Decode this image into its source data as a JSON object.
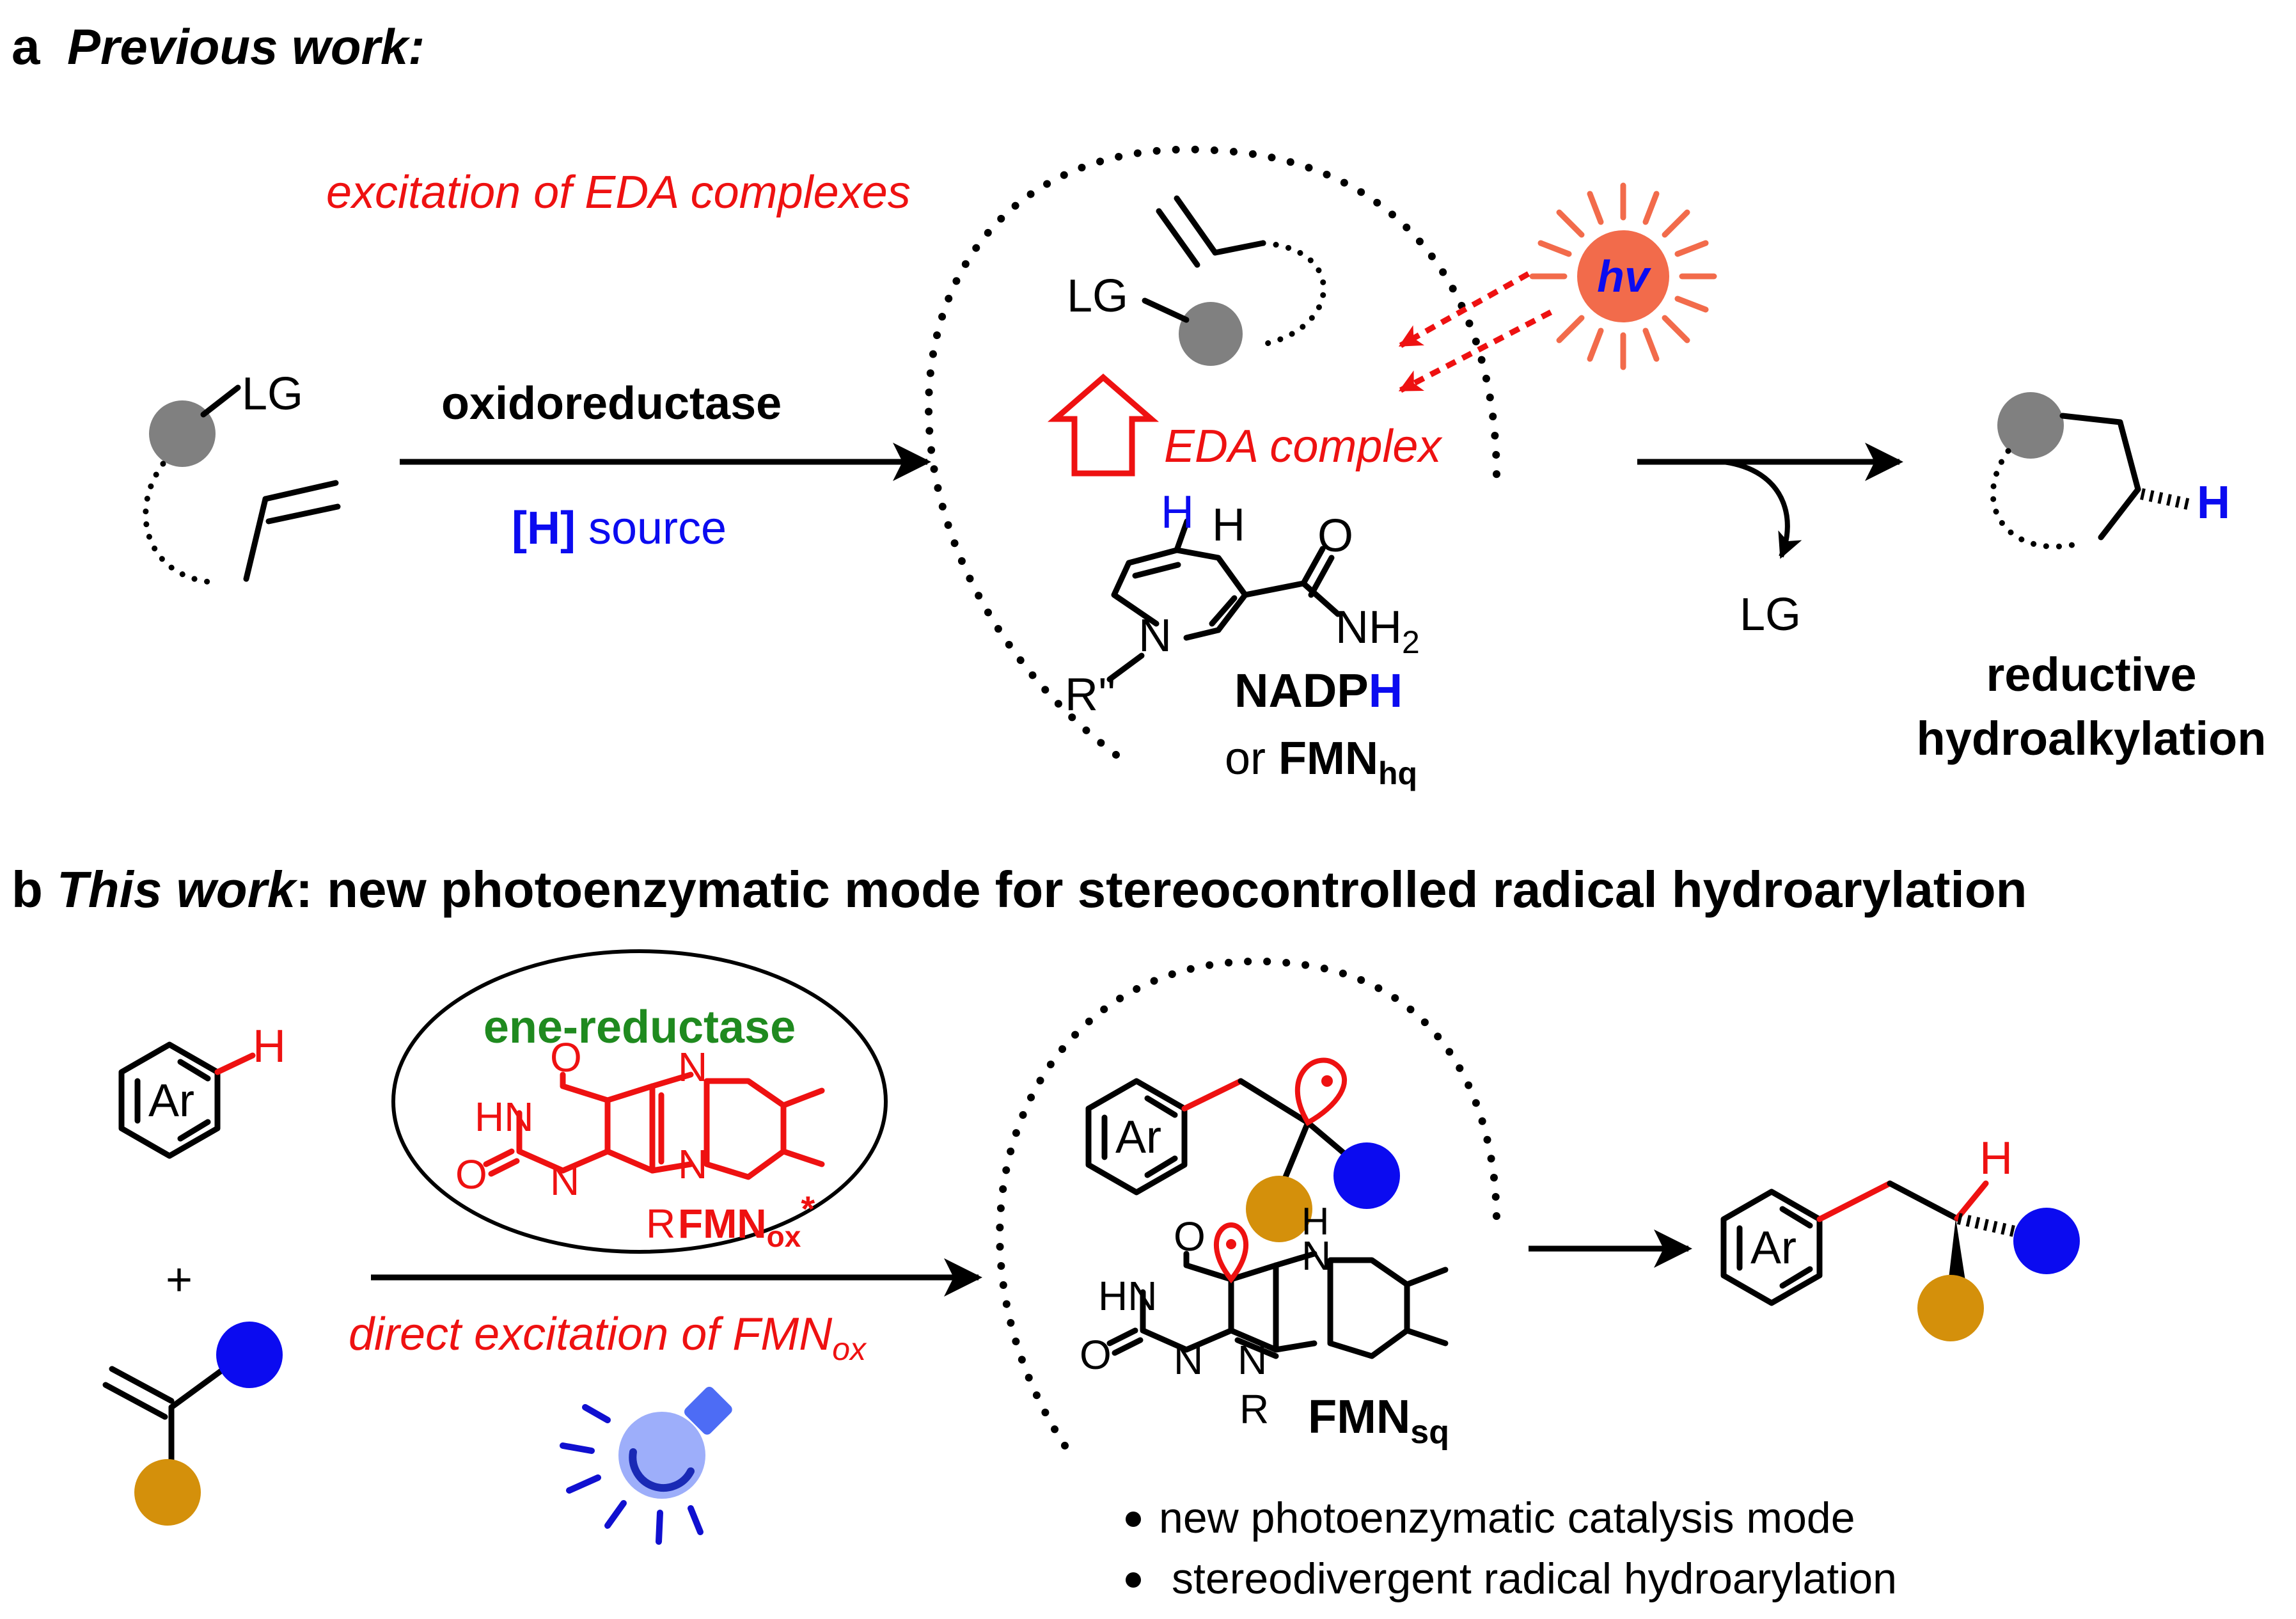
{
  "colors": {
    "black": "#000000",
    "red": "#ee1111",
    "blue": "#0b0bf0",
    "green": "#1f8a1f",
    "grey_ball": "#808080",
    "orange_ball": "#d4900b",
    "blue_ball": "#0b0bf0",
    "sun": "#f26b4b",
    "bulb": "#4d6cf5"
  },
  "panel_a": {
    "letter": "a",
    "title": "Previous work:",
    "substrate_lg": "LG",
    "arrow_top": "oxidoreductase",
    "arrow_bottom_bold": "[H]",
    "arrow_bottom_rest": " source",
    "eda_excitation": "excitation of EDA complexes",
    "complex_lg": "LG",
    "hv": "hv",
    "eda_complex": "EDA complex",
    "h_blue": "H",
    "h_black": "H",
    "o_label": "O",
    "nh2_label": "NH",
    "nh2_sub": "2",
    "n_label": "N",
    "r_label": "R''",
    "nadph_prefix": "NADP",
    "nadph_h": "H",
    "or_text": "or ",
    "fmn_main": "FMN",
    "fmn_sub": "hq",
    "lg_leaving": "LG",
    "product_h": "H",
    "product_label_1": "reductive",
    "product_label_2": "hydroalkylation"
  },
  "panel_b": {
    "letter": "b",
    "title_italic": "This work",
    "title_rest": ": new photoenzymatic mode for stereocontrolled radical hydroarylation",
    "ar1": "Ar",
    "h_red": "H",
    "plus": "+",
    "ene_reductase": "ene-reductase",
    "flavin_o_top": "O",
    "flavin_hn": "HN",
    "flavin_o_left": "O",
    "flavin_n_bottom": "N",
    "flavin_n_top": "N",
    "flavin_n_mid": "N",
    "flavin_r": "R",
    "fmn_ox": "FMN",
    "fmn_ox_sub": "ox",
    "fmn_ox_star": "*",
    "arrow_bottom_text": "direct excitation of FMN",
    "arrow_bottom_sub": "ox",
    "ar2": "Ar",
    "sq_o_top": "O",
    "sq_h": "H",
    "sq_n_top": "N",
    "sq_hn": "HN",
    "sq_o_left": "O",
    "sq_n_bottom": "N",
    "sq_n_mid": "N",
    "sq_r": "R",
    "fmn_sq": "FMN",
    "fmn_sq_sub": "sq",
    "ar3": "Ar",
    "product_h": "H",
    "bullet_1": "new photoenzymatic catalysis mode",
    "bullet_2": "stereodivergent radical hydroarylation"
  }
}
